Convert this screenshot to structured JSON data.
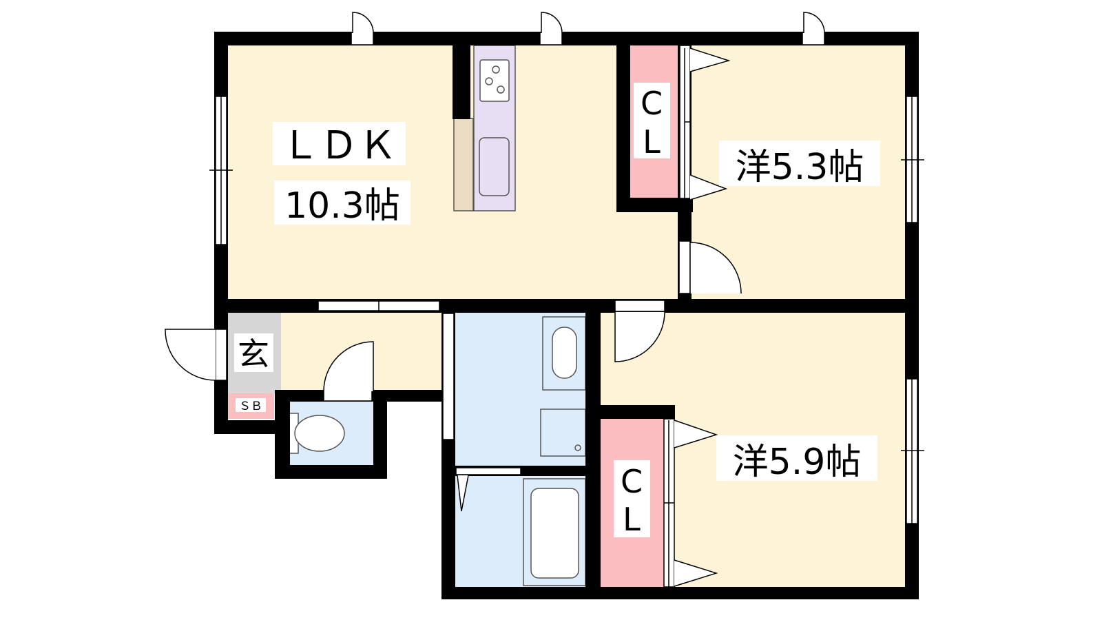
{
  "rooms": {
    "ldk": {
      "name": "ＬＤＫ",
      "size": "10.3帖"
    },
    "west1": {
      "label": "洋5.3帖"
    },
    "west2": {
      "label": "洋5.9帖"
    },
    "closet1": {
      "top": "C",
      "bottom": "L"
    },
    "closet2": {
      "top": "C",
      "bottom": "L"
    },
    "entrance": {
      "label": "玄"
    },
    "shoebox": {
      "label": "ＳＢ"
    }
  },
  "colors": {
    "wall": "#000000",
    "room_floor": "#fdf3d6",
    "wet_area": "#dcecfb",
    "closet": "#fbbdbf",
    "kitchen": "#e8def3",
    "counter": "#ecdcc3",
    "entrance": "#d6d6d6",
    "shoebox": "#fbbdbf"
  }
}
